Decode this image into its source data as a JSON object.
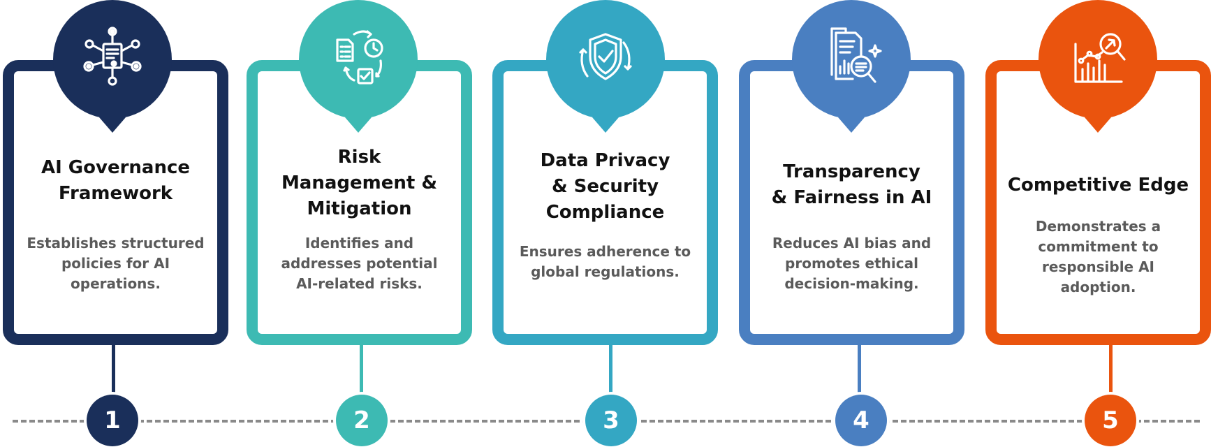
{
  "steps": [
    {
      "number": "1",
      "title": "AI Governance\nFramework",
      "description": "Establishes structured\npolicies for AI\noperations.",
      "icon": "network-document-icon",
      "color": "#1a2f5a"
    },
    {
      "number": "2",
      "title": "Risk\nManagement &\nMitigation",
      "description": "Identifies and\naddresses potential\nAI-related risks.",
      "icon": "workflow-cycle-icon",
      "color": "#3dbab3"
    },
    {
      "number": "3",
      "title": "Data Privacy\n& Security\nCompliance",
      "description": "Ensures adherence to\nglobal regulations.",
      "icon": "shield-check-icon",
      "color": "#34a7c3"
    },
    {
      "number": "4",
      "title": "Transparency\n& Fairness in AI",
      "description": "Reduces AI bias and\npromotes ethical\ndecision-making.",
      "icon": "document-magnifier-icon",
      "color": "#4a7fc1"
    },
    {
      "number": "5",
      "title": "Competitive Edge",
      "description": "Demonstrates a\ncommitment to\nresponsible AI adoption.",
      "icon": "chart-magnifier-icon",
      "color": "#ea540e"
    }
  ],
  "colors": {
    "dashed_line": "#8a8a8a",
    "title_text": "#111111",
    "description_text": "#5a5a5a"
  }
}
